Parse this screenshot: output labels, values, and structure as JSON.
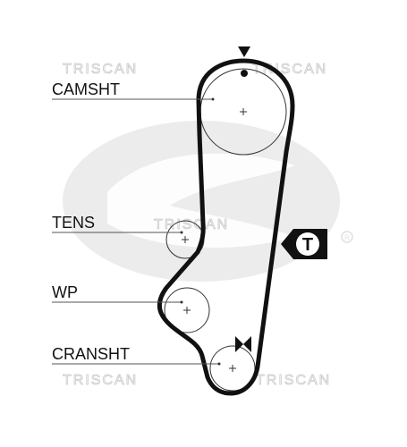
{
  "labels": {
    "camshaft": "CAMSHT",
    "tensioner": "TENS",
    "water_pump": "WP",
    "crankshaft": "CRANSHT"
  },
  "tensioner_badge": {
    "letter": "T"
  },
  "watermarks": {
    "text": "TRISCAN"
  },
  "colors": {
    "belt": "#111111",
    "pulley_outline": "#333333",
    "leader_line": "#555555",
    "background_logo": "#e9e9e9",
    "watermark_stroke": "#c9c9c9"
  },
  "icons": {
    "timing_mark_top": "down-triangle-marker",
    "timing_mark_crank": "bowtie-marker",
    "tensioner_badge": "arrow-badge",
    "registered_mark": "circle-r-icon"
  }
}
